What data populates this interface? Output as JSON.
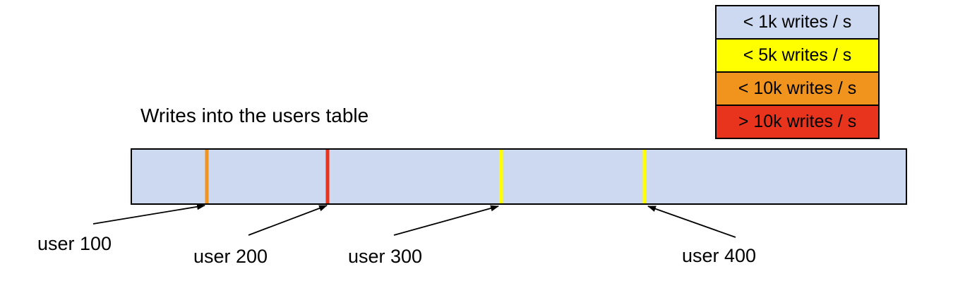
{
  "title": "Writes into the users table",
  "legend": {
    "items": [
      {
        "label": "< 1k writes / s",
        "color": "#ccd9f0"
      },
      {
        "label": "< 5k writes / s",
        "color": "#ffff00"
      },
      {
        "label": "< 10k writes / s",
        "color": "#f0941e"
      },
      {
        "label": "> 10k writes / s",
        "color": "#e8331d"
      }
    ]
  },
  "table_bar": {
    "base_color": "#ccd9f0",
    "border_color": "#000000",
    "markers": [
      {
        "user": "user 100",
        "write_rate": "< 10k writes / s",
        "color": "#f0941e",
        "position_left": "9.7%"
      },
      {
        "user": "user 200",
        "write_rate": "> 10k writes / s",
        "color": "#e8331d",
        "position_left": "25.3%"
      },
      {
        "user": "user 300",
        "write_rate": "< 5k writes / s",
        "color": "#ffff00",
        "position_left": "47.7%"
      },
      {
        "user": "user 400",
        "write_rate": "< 5k writes / s",
        "color": "#ffff00",
        "position_left": "66.2%"
      }
    ]
  },
  "callouts": [
    {
      "label": "user 100"
    },
    {
      "label": "user 200"
    },
    {
      "label": "user 300"
    },
    {
      "label": "user 400"
    }
  ]
}
